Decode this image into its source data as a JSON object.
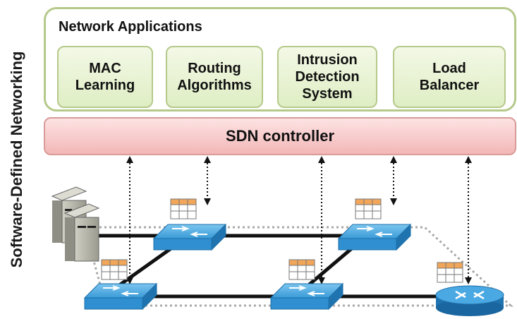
{
  "side_label": "Software-Defined Networking",
  "applications": {
    "title": "Network Applications",
    "items": [
      {
        "label": "MAC\nLearning"
      },
      {
        "label": "Routing\nAlgorithms"
      },
      {
        "label": "Intrusion\nDetection\nSystem"
      },
      {
        "label": "Load\nBalancer"
      }
    ]
  },
  "controller": {
    "label": "SDN controller"
  },
  "colors": {
    "app_border": "#b5c98a",
    "app_fill": "#e6f1d2",
    "controller_fill": "#f6c3c3",
    "switch_blue": "#2f8fd0",
    "flow_table_orange": "#f2a65a"
  }
}
